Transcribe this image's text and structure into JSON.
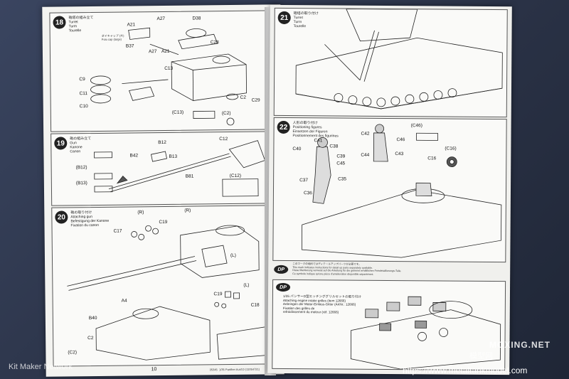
{
  "left_page": {
    "page_number": "10",
    "footer_code": "35345  1/35 Panther Ausf.D (11054721)",
    "step18": {
      "num": "18",
      "title": "砲塔の組み立て\nTurret\nTurm\nTourelle",
      "labels": [
        "A21",
        "A27",
        "D38",
        "B37",
        "A27",
        "A21",
        "C13",
        "C28",
        "C9",
        "C11",
        "C10",
        "C2",
        "C29",
        "(C13)",
        "(C2)"
      ],
      "note": "ダイキャップ (大)\nPolo cap (large)"
    },
    "step19": {
      "num": "19",
      "title": "砲の組み立て\nGun\nKanone\nCanon",
      "labels": [
        "B12",
        "B42",
        "B13",
        "B81",
        "C12",
        "(B12)",
        "(B13)",
        "(C12)"
      ]
    },
    "step20": {
      "num": "20",
      "title": "砲の取り付け\nAttaching gun\nBefestigung der Kanone\nFixation du canon",
      "labels": [
        "(R)",
        "(R)",
        "C17",
        "C19",
        "A4",
        "B40",
        "C2",
        "(C2)",
        "(L)",
        "(L)",
        "C19",
        "C18"
      ]
    }
  },
  "right_page": {
    "step21": {
      "num": "21",
      "title": "砲塔の取り付け\nTurret\nTurm\nTourelle"
    },
    "step22": {
      "num": "22",
      "title": "人形の取り付け\nPositioning figures\nEinsetzen der Figuren\nPositionnement des figurines",
      "labels": [
        "(C46)",
        "C41",
        "C38",
        "C42",
        "C46",
        "C43",
        "C44",
        "C45",
        "C39",
        "C40",
        "C37",
        "C35",
        "C36",
        "C16",
        "(C16)"
      ]
    },
    "dp_header": {
      "badge": "DP",
      "text": "このマークの場所ではディテールアップパーツが必要です。\nThis mark indicates instructions for detail up parts separately available.\nDiese Markierung verweist auf die Anleitung für die getrennt erhältlichen Feindetaillierungs-Teile.\nCe symbole indique qu'une pièce d'amélioration disponible séparément."
    },
    "dp_step": {
      "badge": "DP",
      "title": "1/35 パンサーD型エッチンググリルセットの取り付け\nAttaching engine intake grilles (item 12666)\nAnbringen der Motor-Einlass-Gitter (ArtNr.: 12666)\nFixation des grilles de\nrefroidissement du moteur (réf. 12666)"
    }
  },
  "watermarks": {
    "left": "Kit Maker Network",
    "right_brand": "MOXING.NET",
    "right_sub": "模型网",
    "url": "https://www.metaltankmodel.com"
  }
}
